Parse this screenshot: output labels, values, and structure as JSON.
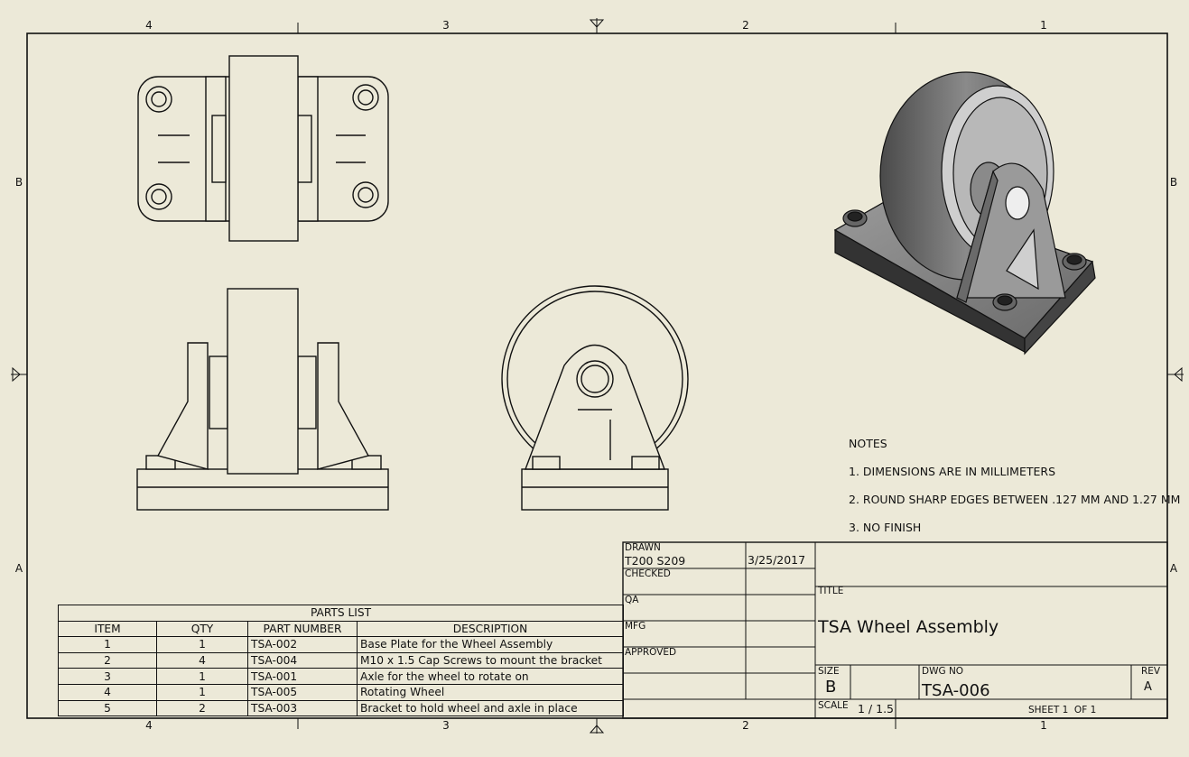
{
  "zones": {
    "top": [
      "4",
      "3",
      "2",
      "1"
    ],
    "bottom": [
      "4",
      "3",
      "2",
      "1"
    ],
    "left": [
      "B",
      "A"
    ],
    "right": [
      "B",
      "A"
    ]
  },
  "notes": {
    "heading": "NOTES",
    "items": [
      "1. DIMENSIONS ARE IN MILLIMETERS",
      "2. ROUND SHARP EDGES BETWEEN .127 MM AND 1.27 MM",
      "3. NO FINISH"
    ]
  },
  "parts_list": {
    "title": "PARTS LIST",
    "headers": [
      "ITEM",
      "QTY",
      "PART NUMBER",
      "DESCRIPTION"
    ],
    "rows": [
      [
        "1",
        "1",
        "TSA-002",
        "Base Plate for the Wheel Assembly"
      ],
      [
        "2",
        "4",
        "TSA-004",
        "M10 x 1.5 Cap Screws to mount the bracket"
      ],
      [
        "3",
        "1",
        "TSA-001",
        "Axle for the wheel to rotate on"
      ],
      [
        "4",
        "1",
        "TSA-005",
        "Rotating Wheel"
      ],
      [
        "5",
        "2",
        "TSA-003",
        "Bracket to hold wheel and axle in place"
      ]
    ]
  },
  "title_block": {
    "drawn_label": "DRAWN",
    "drawn_by": "T200 S209",
    "drawn_date": "3/25/2017",
    "checked_label": "CHECKED",
    "qa_label": "QA",
    "mfg_label": "MFG",
    "approved_label": "APPROVED",
    "title_label": "TITLE",
    "title": "TSA Wheel Assembly",
    "size_label": "SIZE",
    "size": "B",
    "dwg_no_label": "DWG NO",
    "dwg_no": "TSA-006",
    "rev_label": "REV",
    "rev": "A",
    "scale_label": "SCALE",
    "scale": "1 / 1.5",
    "sheet": "SHEET 1  OF 1"
  },
  "colors": {
    "paper": "#ece9d8",
    "ink": "#111111"
  }
}
